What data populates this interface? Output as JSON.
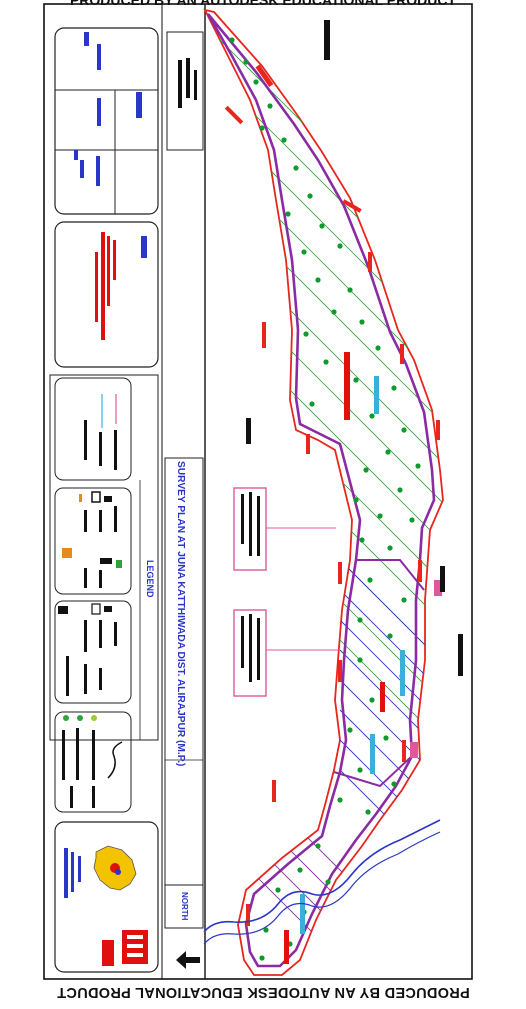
{
  "drawing": {
    "title": "SURVEY PLAN AT JUNA KATTHIWADA DIST. ALIRAJPUR (M.P.)",
    "legend_heading": "LEGEND",
    "north_label": "NORTH",
    "watermark": "PRODUCED BY AN AUTODESK EDUCATIONAL PRODUCT",
    "colors": {
      "boundary": "#e8261e",
      "inner_outline": "#8a2ba4",
      "hatch_green": "#2fa43a",
      "hatch_blue": "#2a36c8",
      "tree_dot": "#0f9a2c",
      "annotation_blue": "#3ab0d8",
      "callout_pink": "#e0589a",
      "note_red": "#e01010",
      "frame": "#111111"
    }
  }
}
